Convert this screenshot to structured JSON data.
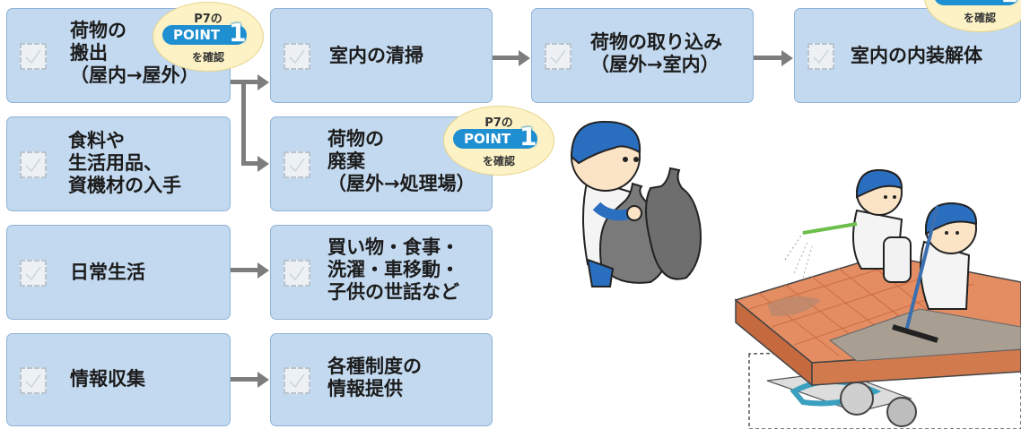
{
  "boxes": {
    "b1": [
      "荷物の",
      "搬出",
      "（屋内→屋外）"
    ],
    "b2": [
      "室内の清掃"
    ],
    "b3": [
      "荷物の取り込み",
      "（屋外→室内）"
    ],
    "b4": [
      "室内の内装解体"
    ],
    "b5": [
      "食料や",
      "生活用品、",
      "資機材の入手"
    ],
    "b6": [
      "荷物の",
      "廃棄",
      "（屋外→処理場）"
    ],
    "b7": [
      "日常生活"
    ],
    "b8": [
      "買い物・食事・",
      "洗濯・車移動・",
      "子供の世話など"
    ],
    "b9": [
      "情報収集"
    ],
    "b10": [
      "各種制度の",
      "情報提供"
    ]
  },
  "badge": {
    "page": "P7の",
    "point": "POINT",
    "number": "1",
    "confirm": "を確認"
  },
  "colors": {
    "box_fill": "#c3d9ef",
    "arrow": "#7d7d7d",
    "badge_fill": "#fdf2c6",
    "point_blue": "#1e8fd0"
  }
}
